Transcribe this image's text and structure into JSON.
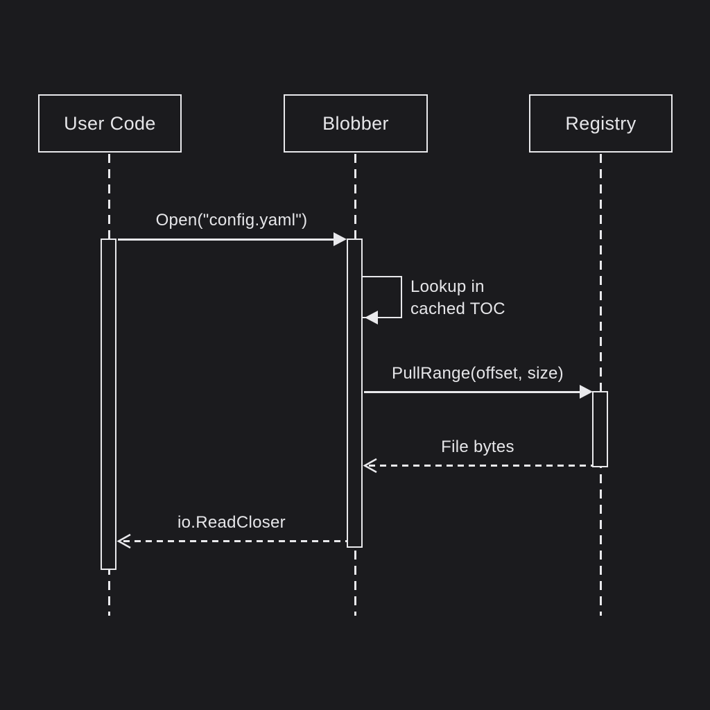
{
  "diagram": {
    "type": "sequence-diagram",
    "colors": {
      "background": "#1b1b1e",
      "line": "#e9e9ec",
      "text": "#e6e6e9"
    },
    "actors": [
      {
        "name": "User Code"
      },
      {
        "name": "Blobber"
      },
      {
        "name": "Registry"
      }
    ],
    "messages": [
      {
        "label": "Open(\"config.yaml\")",
        "from": "User Code",
        "to": "Blobber",
        "style": "solid-arrow"
      },
      {
        "label": "Lookup in cached TOC",
        "label_line1": "Lookup in",
        "label_line2": "cached TOC",
        "from": "Blobber",
        "to": "Blobber",
        "style": "self-message"
      },
      {
        "label": "PullRange(offset, size)",
        "from": "Blobber",
        "to": "Registry",
        "style": "solid-arrow"
      },
      {
        "label": "File bytes",
        "from": "Registry",
        "to": "Blobber",
        "style": "dashed-return"
      },
      {
        "label": "io.ReadCloser",
        "from": "Blobber",
        "to": "User Code",
        "style": "dashed-return"
      }
    ]
  }
}
